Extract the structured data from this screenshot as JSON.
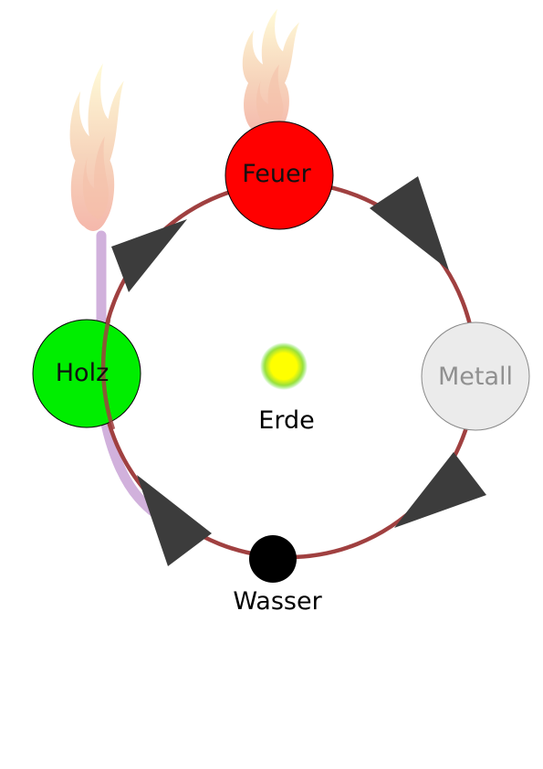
{
  "diagram": {
    "center": {
      "label": "Erde",
      "color": "#ffff00",
      "glow": "#55dd22"
    },
    "elements": [
      {
        "key": "fire",
        "label": "Feuer",
        "fill": "#ff0000",
        "text_color": "#111111"
      },
      {
        "key": "metal",
        "label": "Metall",
        "fill": "#ebebeb",
        "text_color": "#909090"
      },
      {
        "key": "water",
        "label": "Wasser",
        "fill": "#000000",
        "text_color": "#000000"
      },
      {
        "key": "wood",
        "label": "Holz",
        "fill": "#00ee00",
        "text_color": "#111111"
      }
    ],
    "cycle_color": "#a04040",
    "arrow_color": "#3c3c3c",
    "smoke_color": "#c9a3d6",
    "flame_colors": [
      "#fffbd6",
      "#f6c7b0",
      "#f4b4a7"
    ]
  }
}
